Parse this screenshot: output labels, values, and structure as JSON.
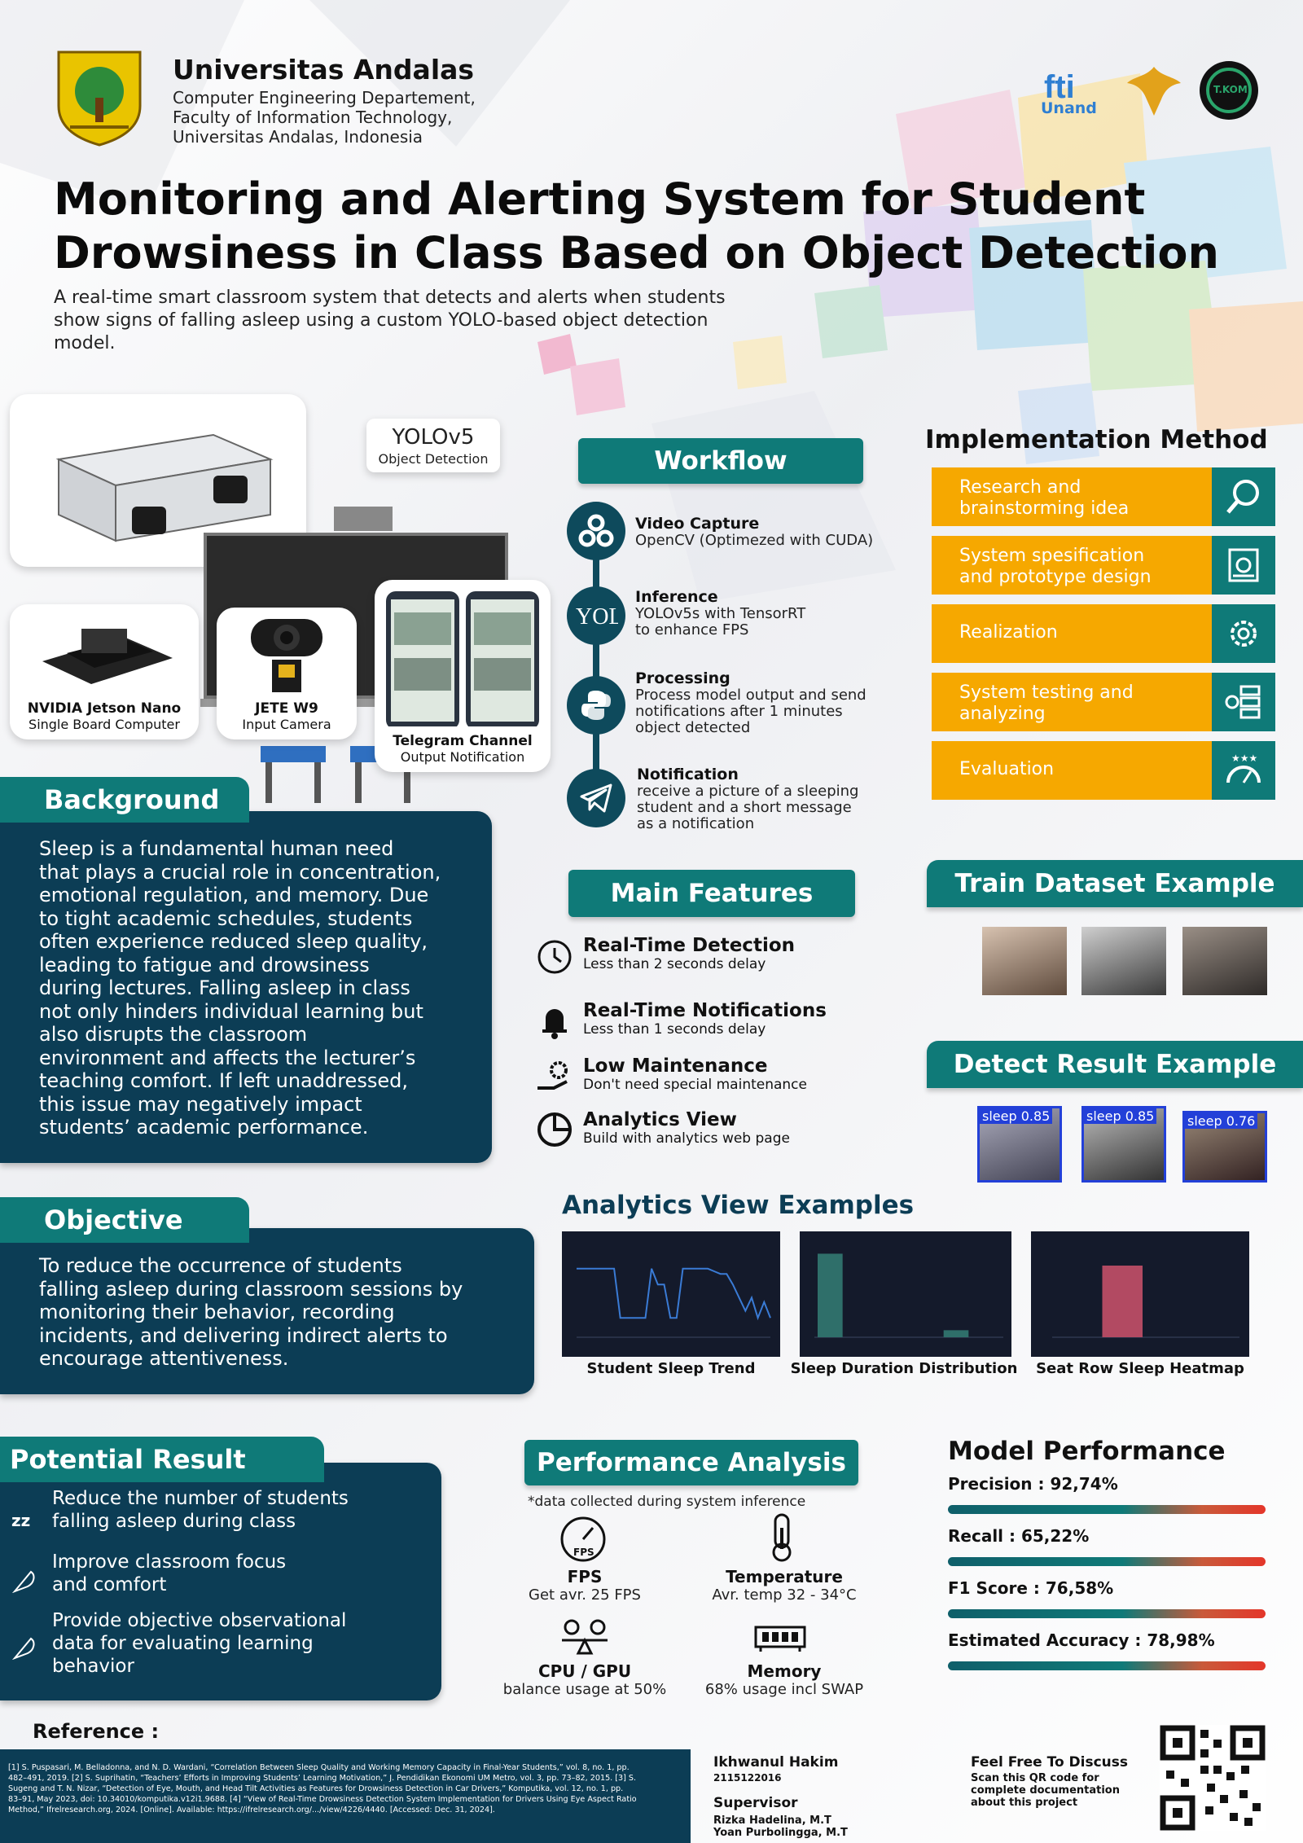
{
  "header": {
    "university": "Universitas Andalas",
    "lines": [
      "Computer Engineering Departement,",
      "Faculty of Information Technology,",
      "Universitas Andalas, Indonesia"
    ],
    "fti_logo_text": "Unand",
    "tkom_logo_text": "T.KOM"
  },
  "title_lines": [
    "Monitoring and Alerting System for Student",
    "Drowsiness in Class Based on Object Detection"
  ],
  "subtitle_lines": [
    "A real-time smart classroom system that detects and alerts when students",
    "show signs of falling asleep using a custom YOLO-based object detection",
    "model."
  ],
  "devices": {
    "yolo_logo": "YOLOv5",
    "yolo_caption": "Object Detection",
    "jetson_name": "NVIDIA Jetson Nano",
    "jetson_desc": "Single Board Computer",
    "camera_name": "JETE W9",
    "camera_desc": "Input Camera",
    "telegram_name": "Telegram Channel",
    "telegram_desc": "Output Notification"
  },
  "workflow": {
    "heading": "Workflow",
    "steps": [
      {
        "title": "Video Capture",
        "desc": [
          "OpenCV (Optimezed with CUDA)"
        ],
        "icon": "camera-capture-icon"
      },
      {
        "title": "Inference",
        "desc": [
          "YOLOv5s with TensorRT",
          "to enhance FPS"
        ],
        "icon": "yolo-icon"
      },
      {
        "title": "Processing",
        "desc": [
          "Process model output and send",
          "notifications after 1 minutes",
          "object detected"
        ],
        "icon": "python-icon"
      },
      {
        "title": "Notification",
        "desc": [
          "receive a picture of a sleeping",
          "student and a short message",
          "as a notification"
        ],
        "icon": "telegram-icon"
      }
    ]
  },
  "implementation": {
    "heading": "Implementation Method",
    "items": [
      [
        "Research and",
        "brainstorming idea"
      ],
      [
        "System spesification",
        "and prototype design"
      ],
      [
        "Realization"
      ],
      [
        "System testing and",
        "analyzing"
      ],
      [
        "Evaluation"
      ]
    ]
  },
  "background": {
    "heading": "Background",
    "lines": [
      "Sleep is a fundamental human need",
      "that plays a crucial role in concentration,",
      "emotional regulation, and memory. Due",
      "to tight academic schedules, students",
      "often experience reduced sleep quality,",
      "leading to fatigue and drowsiness",
      "during lectures. Falling asleep in class",
      "not only hinders individual learning but",
      "also disrupts the classroom",
      "environment and affects the lecturer’s",
      "teaching comfort. If left unaddressed,",
      "this issue may negatively impact",
      "students’ academic performance."
    ]
  },
  "main_features": {
    "heading": "Main Features",
    "items": [
      {
        "title": "Real-Time Detection",
        "desc": "Less than 2 seconds delay"
      },
      {
        "title": "Real-Time Notifications",
        "desc": "Less than 1 seconds delay"
      },
      {
        "title": "Low Maintenance",
        "desc": "Don't need special maintenance"
      },
      {
        "title": "Analytics View",
        "desc": "Build with analytics web page"
      }
    ]
  },
  "train_dataset": {
    "heading": "Train Dataset Example"
  },
  "detect_result": {
    "heading": "Detect Result Example",
    "labels": [
      "sleep  0.85",
      "sleep  0.85",
      "sleep  0.76"
    ]
  },
  "objective": {
    "heading": "Objective",
    "lines": [
      "To reduce the occurrence of students",
      "falling asleep during classroom sessions by",
      "monitoring their behavior, recording",
      "incidents, and delivering indirect alerts to",
      "encourage attentiveness."
    ]
  },
  "analytics": {
    "heading": "Analytics View Examples",
    "captions": [
      "Student Sleep Trend",
      "Sleep Duration Distribution",
      "Seat Row Sleep Heatmap"
    ],
    "trend_values": [
      0.78,
      0.78,
      0.78,
      0.78,
      0.78,
      0.78,
      0.78,
      0.22,
      0.22,
      0.22,
      0.22,
      0.22,
      0.78,
      0.6,
      0.6,
      0.22,
      0.22,
      0.78,
      0.78,
      0.78,
      0.78,
      0.78,
      0.75,
      0.72,
      0.72,
      0.6,
      0.45,
      0.3,
      0.45,
      0.22,
      0.4,
      0.22
    ],
    "distribution_values": [
      0.95,
      0.0,
      0.0,
      0.0,
      0.08,
      0.0
    ],
    "heatmap_values": [
      0.0,
      0.88,
      0.0,
      0.0
    ]
  },
  "potential": {
    "heading": "Potential Result",
    "items": [
      [
        "Reduce the number of students",
        "falling asleep during class"
      ],
      [
        "Improve classroom focus",
        "and comfort"
      ],
      [
        "Provide objective observational",
        "data for evaluating learning",
        "behavior"
      ]
    ]
  },
  "performance": {
    "heading": "Performance Analysis",
    "note": "*data collected during system inference",
    "items": [
      {
        "title": "FPS",
        "desc": "Get avr. 25 FPS",
        "icon": "speedometer-icon"
      },
      {
        "title": "Temperature",
        "desc": "Avr. temp 32 - 34°C",
        "icon": "thermometer-icon"
      },
      {
        "title": "CPU / GPU",
        "desc": "balance usage at 50%",
        "icon": "balance-icon"
      },
      {
        "title": "Memory",
        "desc": "68% usage incl SWAP",
        "icon": "memory-chip-icon"
      }
    ],
    "fps_icon_text": "FPS"
  },
  "model_performance": {
    "heading": "Model Performance",
    "metrics": [
      {
        "label": "Precision : 92,74%",
        "value": 92.74
      },
      {
        "label": "Recall : 65,22%",
        "value": 65.22
      },
      {
        "label": "F1 Score : 76,58%",
        "value": 76.58
      },
      {
        "label": "Estimated Accuracy : 78,98%",
        "value": 78.98
      }
    ]
  },
  "reference": {
    "heading": "Reference :",
    "lines": [
      "[1] S. Puspasari, M. Belladonna, and N. D. Wardani, “Correlation Between Sleep Quality and Working Memory Capacity in Final-Year Students,” vol. 8, no. 1, pp.",
      "482–491, 2019. [2] S. Suprihatin, “Teachers’ Efforts in Improving Students’ Learning Motivation,” J. Pendidikan Ekonomi UM Metro, vol. 3, pp. 73–82, 2015. [3] S.",
      "Sugeng and T. N. Nizar, “Detection of Eye, Mouth, and Head Tilt Activities as Features for Drowsiness Detection in Car Drivers,” Komputika, vol. 12, no. 1, pp.",
      "83–91, May 2023, doi: 10.34010/komputika.v12i1.9688. [4] “View of Real-Time Drowsiness Detection System Implementation for Drivers Using Eye Aspect Ratio",
      "Method,” Ifrelresearch.org, 2024. [Online]. Available: https://ifrelresearch.org/.../view/4226/4440. [Accessed: Dec. 31, 2024]."
    ]
  },
  "author": {
    "name": "Ikhwanul Hakim",
    "nim": "2115122016",
    "supervisor_label": "Supervisor",
    "supervisors": [
      "Rizka Hadelina, M.T",
      "Yoan Purbolingga, M.T"
    ]
  },
  "qr": {
    "title": "Feel Free To Discuss",
    "lines": [
      "Scan this QR code for",
      "complete documentation",
      "about this project"
    ]
  },
  "colors": {
    "teal": "#0f7a78",
    "navy": "#0c3d55",
    "orange": "#f6a800",
    "text_dark": "#0b0b0b"
  }
}
